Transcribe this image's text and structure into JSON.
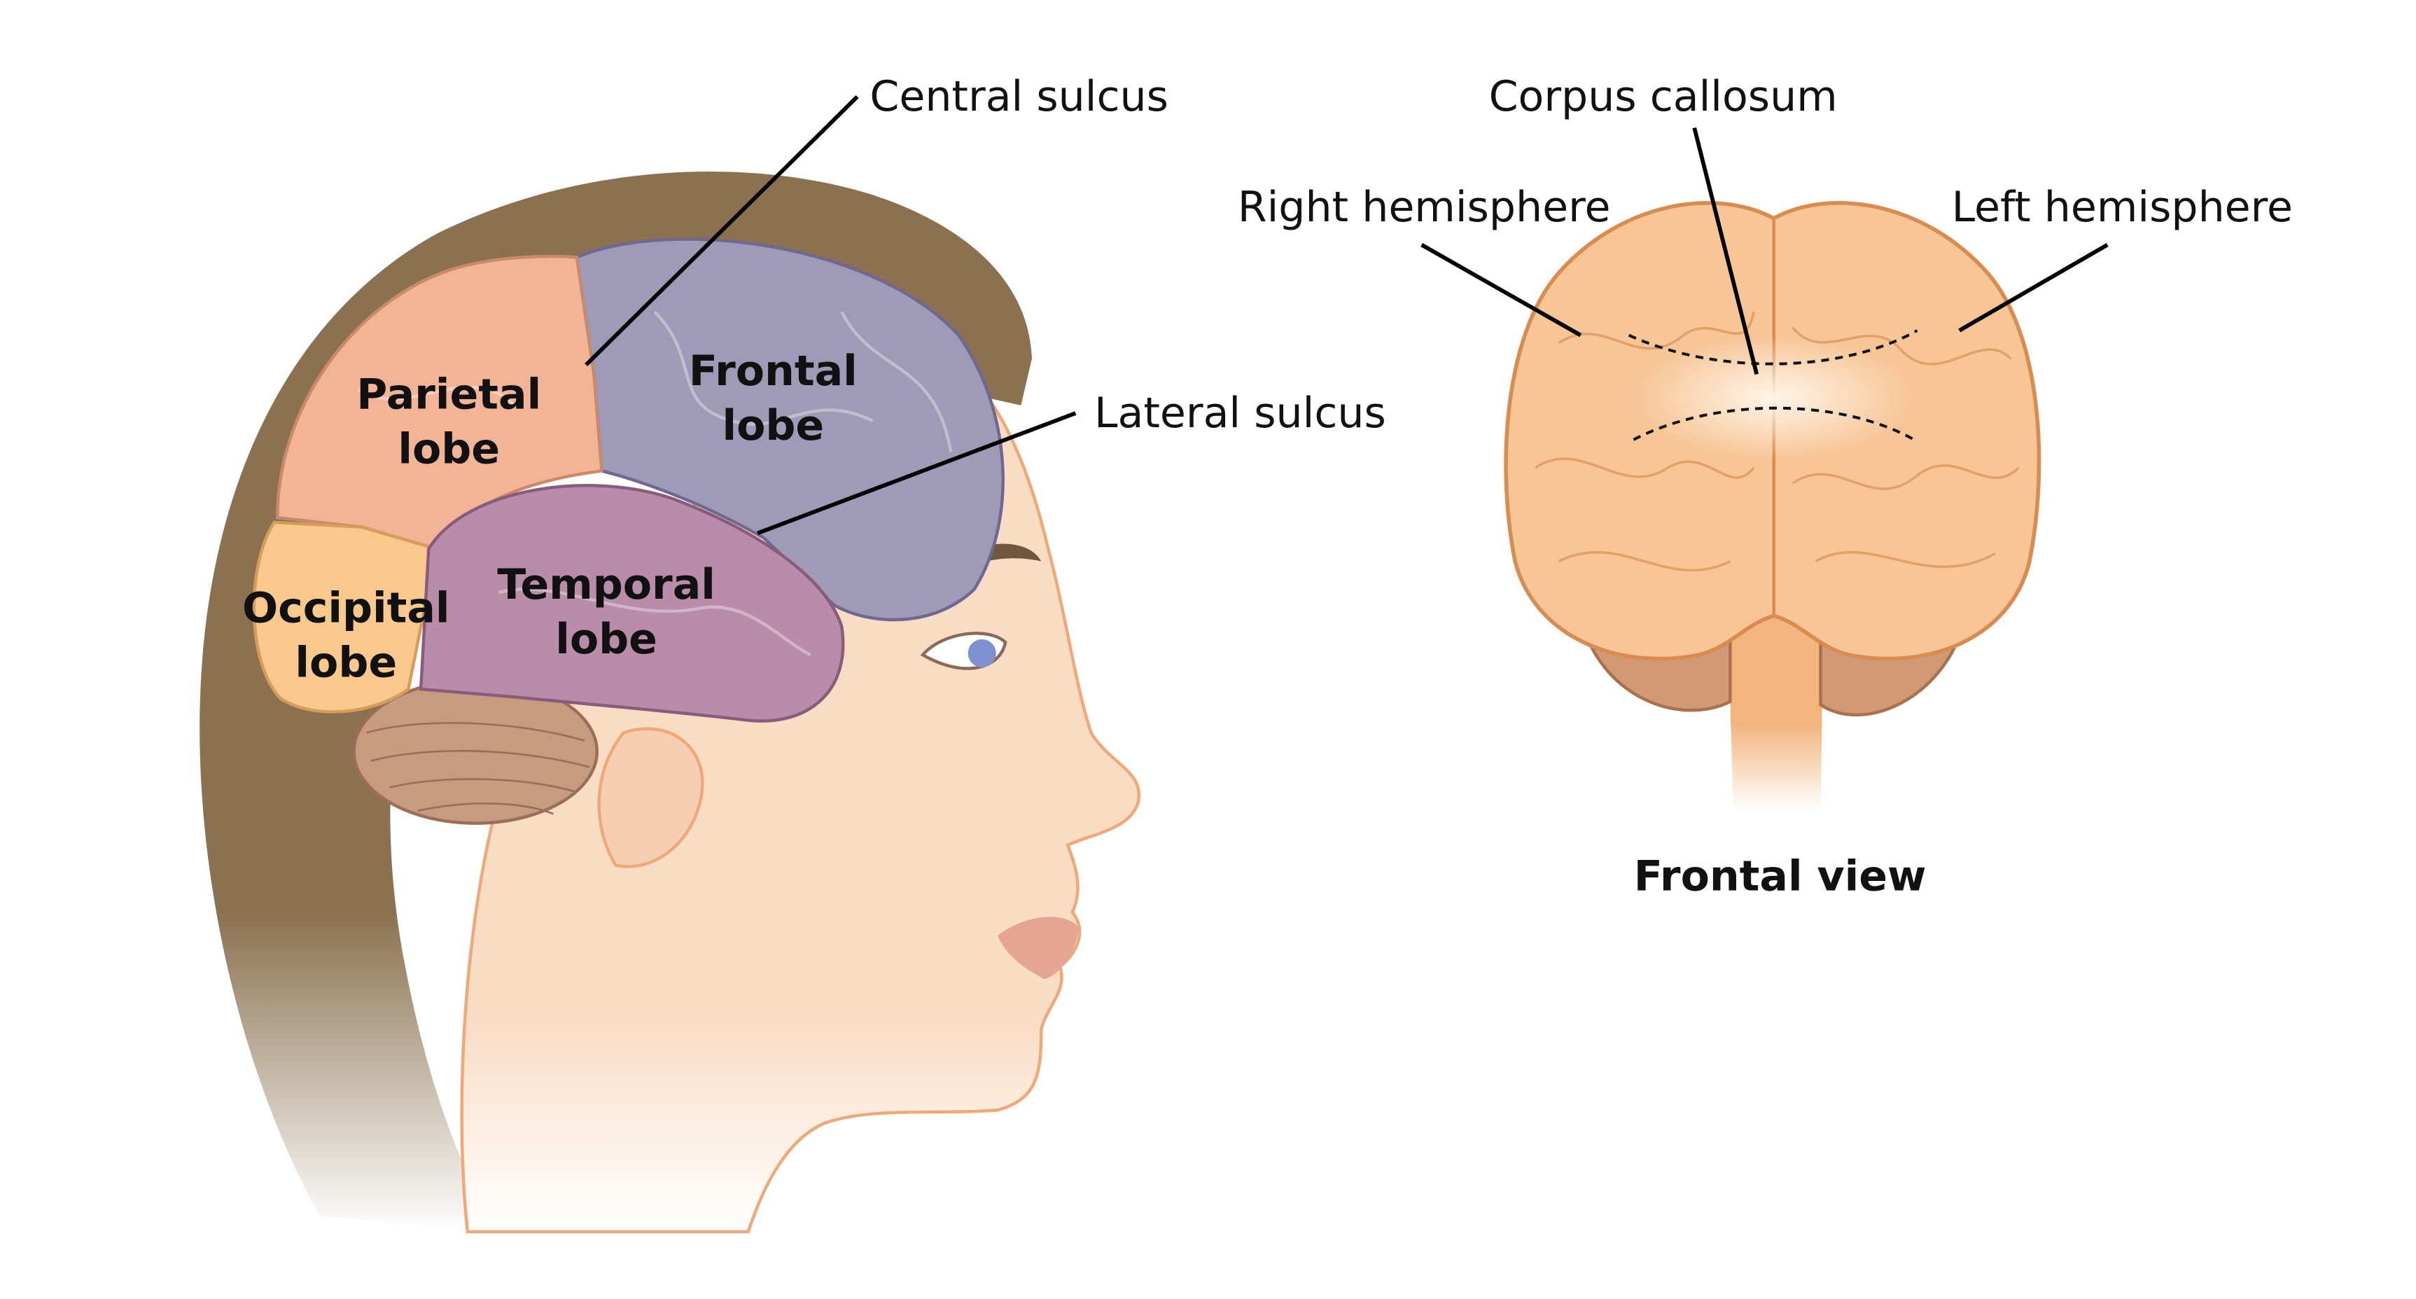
{
  "lateral_view": {
    "lobes": {
      "parietal": {
        "line1": "Parietal",
        "line2": "lobe",
        "color": "#f2b497"
      },
      "frontal": {
        "line1": "Frontal",
        "line2": "lobe",
        "color": "#9f9ab6"
      },
      "temporal": {
        "line1": "Temporal",
        "line2": "lobe",
        "color": "#b98ca9"
      },
      "occipital": {
        "line1": "Occipital",
        "line2": "lobe",
        "color": "#f8c88c"
      }
    },
    "callouts": {
      "central_sulcus": "Central sulcus",
      "lateral_sulcus": "Lateral sulcus"
    },
    "colors": {
      "hair": "#8b7150",
      "skin": "#f9dcc4",
      "skin_outline": "#efa877",
      "cerebellum": "#c69b80"
    }
  },
  "frontal_view": {
    "caption": "Frontal view",
    "callouts": {
      "corpus_callosum": "Corpus callosum",
      "right_hemisphere": "Right hemisphere",
      "left_hemisphere": "Left hemisphere"
    },
    "colors": {
      "brain": "#f7c596",
      "brain_outline": "#d98c4f",
      "cerebellum": "#d19a74"
    }
  }
}
